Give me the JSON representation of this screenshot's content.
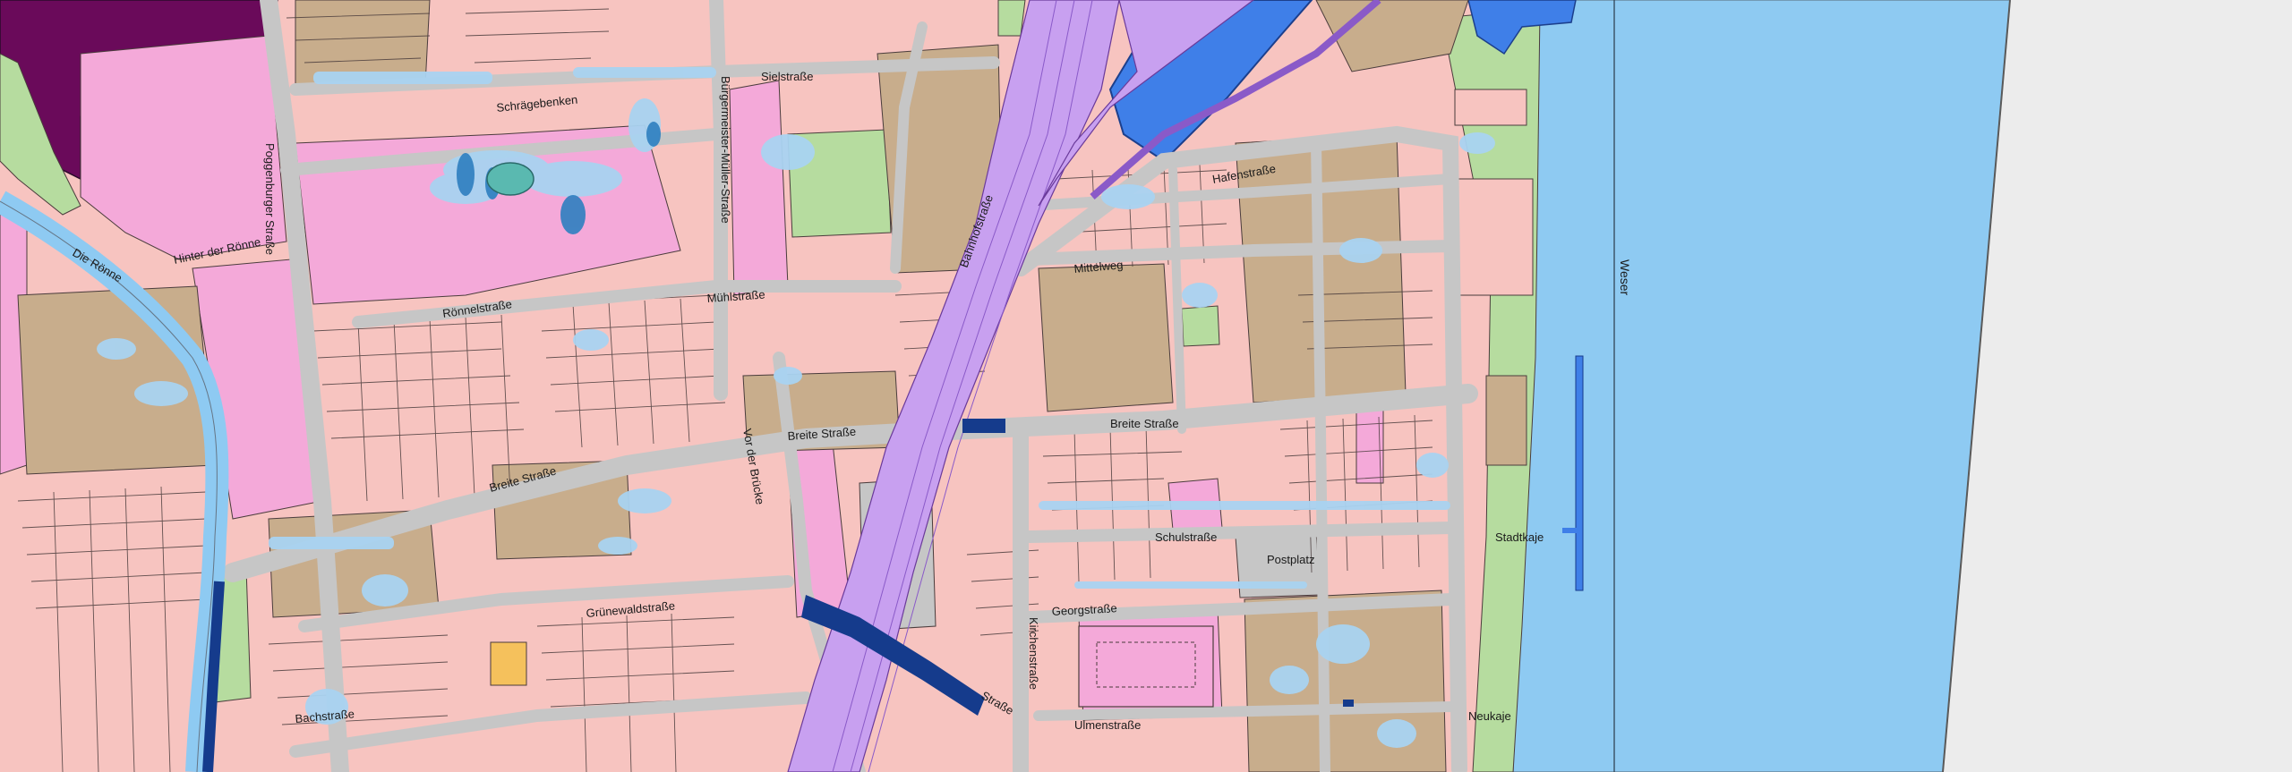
{
  "map": {
    "colors": {
      "background": "#ececec",
      "river": "#8ecaf2",
      "harbor_basin": "#3f7fe8",
      "flood_light": "#a9d3f1",
      "flood_deep": "#153b8c",
      "residential": "#f7c4c0",
      "mixed_use": "#f4a9d9",
      "commercial_brown": "#c8ad8c",
      "green_space": "#b6dc9f",
      "railway": "#c8a0f0",
      "street": "#c6c6c6",
      "industrial_purple": "#6a0a5a",
      "public_yellow": "#f5c15c",
      "outline": "#4a3c3c"
    },
    "labels": {
      "sielstrasse": "Sielstraße",
      "schraegebenken": "Schrägebenken",
      "buergermeister_mueller_strasse": "Bürgermeister-Müller-Straße",
      "poggenburger_strasse": "Poggenburger Straße",
      "hinter_der_roenne": "Hinter der Rönne",
      "die_roenne": "Die Rönne",
      "roennelstrasse": "Rönnelstraße",
      "muehlstrasse": "Mühlstraße",
      "bahnhofstrasse": "Bahnhofstraße",
      "hafenstrasse": "Hafenstraße",
      "mittelweg": "Mittelweg",
      "breite_strasse_west": "Breite Straße",
      "breite_strasse_mid": "Breite Straße",
      "breite_strasse_east": "Breite Straße",
      "vor_der_bruecke": "Vor der Brücke",
      "gruenewaldstrasse": "Grünewaldstraße",
      "bachstrasse": "Bachstraße",
      "ulmenstrasse": "Ulmenstraße",
      "georgstrasse": "Georgstraße",
      "schulstrasse": "Schulstraße",
      "postplatz": "Postplatz",
      "stadtkaje": "Stadtkaje",
      "neukaje": "Neukaje",
      "weser": "Weser",
      "kirchenstrasse": "Kirchenstraße",
      "strasse": "Straße"
    }
  }
}
